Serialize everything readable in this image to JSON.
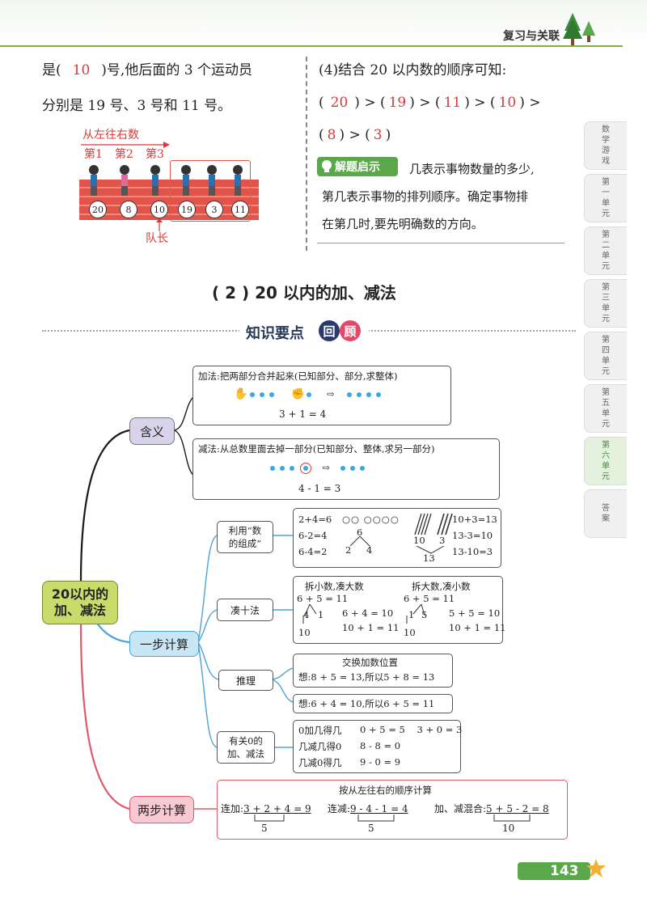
{
  "header": {
    "title": "复习与关联",
    "page_number": "143"
  },
  "side_tabs": [
    "数学游戏",
    "第一单元",
    "第二单元",
    "第三单元",
    "第四单元",
    "第五单元",
    "第六单元",
    "答案"
  ],
  "left_top": {
    "line1_pre": "是(",
    "line1_answer": "10",
    "line1_post": ")号,他后面的 3 个运动员",
    "line2": "分别是 19 号、3 号和 11 号。",
    "figure": {
      "direction_label": "从左往右数",
      "ordinals": [
        "第1",
        "第2",
        "第3"
      ],
      "numbers": [
        "20",
        "8",
        "10",
        "19",
        "3",
        "11"
      ],
      "captain_label": "队长"
    }
  },
  "right_top": {
    "line1": "(4)结合 20 以内数的顺序可知:",
    "order_answers": [
      "20",
      "19",
      "11",
      "10",
      "8",
      "3"
    ],
    "tip_badge": "解题启示",
    "tip_lines": [
      "几表示事物数量的多少,",
      "第几表示事物的排列顺序。确定事物排",
      "在第几时,要先明确数的方向。"
    ]
  },
  "section": {
    "title": "( 2 ) 20 以内的加、减法",
    "banner_text": "知识要点",
    "banner_icon1": "回",
    "banner_icon2": "顾"
  },
  "mindmap": {
    "root": [
      "20以内的",
      "加、减法"
    ],
    "meaning": {
      "label": "含义",
      "add_title": "加法:把两部分合并起来(已知部分、部分,求整体)",
      "add_equation": "3 + 1 = 4",
      "sub_title": "减法:从总数里面去掉一部分(已知部分、整体,求另一部分)",
      "sub_equation": "4 - 1 = 3"
    },
    "one_step": {
      "label": "一步计算",
      "compose": {
        "label_lines": [
          "利用“数",
          "的组成”"
        ],
        "eqs_left": [
          "2+4=6",
          "6-2=4",
          "6-4=2"
        ],
        "circles": "○○ ○○○○",
        "tree_top": "6",
        "tree_left": "2",
        "tree_right": "4",
        "bundle_ten": "10",
        "bundle_three": "3",
        "bundle_total": "13",
        "eqs_right": [
          "10+3=13",
          "13-3=10",
          "13-10=3"
        ]
      },
      "make_ten": {
        "label": "凑十法",
        "left_title": "拆小数,凑大数",
        "left_eq": "6 + 5 = 11",
        "left_split": [
          "4",
          "1"
        ],
        "left_ten": "10",
        "left_steps": [
          "6 + 4 = 10",
          "10 + 1 = 11"
        ],
        "right_title": "拆大数,凑小数",
        "right_eq": "6 + 5 = 11",
        "right_split": [
          "1",
          "5"
        ],
        "right_ten": "10",
        "right_steps": [
          "5 + 5 = 10",
          "10 + 1 = 11"
        ]
      },
      "reasoning": {
        "label": "推理",
        "title": "交换加数位置",
        "line1": "想:8 + 5 = 13,所以5 + 8 = 13",
        "line2": "想:6 + 4 = 10,所以6 + 5 = 11"
      },
      "zero": {
        "label_lines": [
          "有关0的",
          "加、减法"
        ],
        "rules": [
          "0加几得几",
          "几减几得0",
          "几减0得几"
        ],
        "examples": [
          "0 + 5 = 5    3 + 0 = 3",
          "8 - 8 = 0",
          "9 - 0 = 9"
        ]
      }
    },
    "two_step": {
      "label": "两步计算",
      "title": "按从左往右的顺序计算",
      "add_label": "连加:",
      "add_eq": "3 + 2 + 4 = 9",
      "add_partial": "5",
      "sub_label": "连减:",
      "sub_eq": "9 - 4 - 1 = 4",
      "sub_partial": "5",
      "mix_label": "加、减混合:",
      "mix_eq": "5 + 5 - 2 = 8",
      "mix_partial": "10"
    }
  },
  "colors": {
    "red_answer": "#d63a3a",
    "branch_red": "#e05a6a",
    "branch_blue": "#4aa3d8",
    "branch_dark": "#1a1a1a",
    "root_bg": "#c9db6a",
    "meaning_bg": "#d8d2ea",
    "onestep_bg": "#c9e6f5",
    "twostep_bg": "#f7c9d2"
  }
}
